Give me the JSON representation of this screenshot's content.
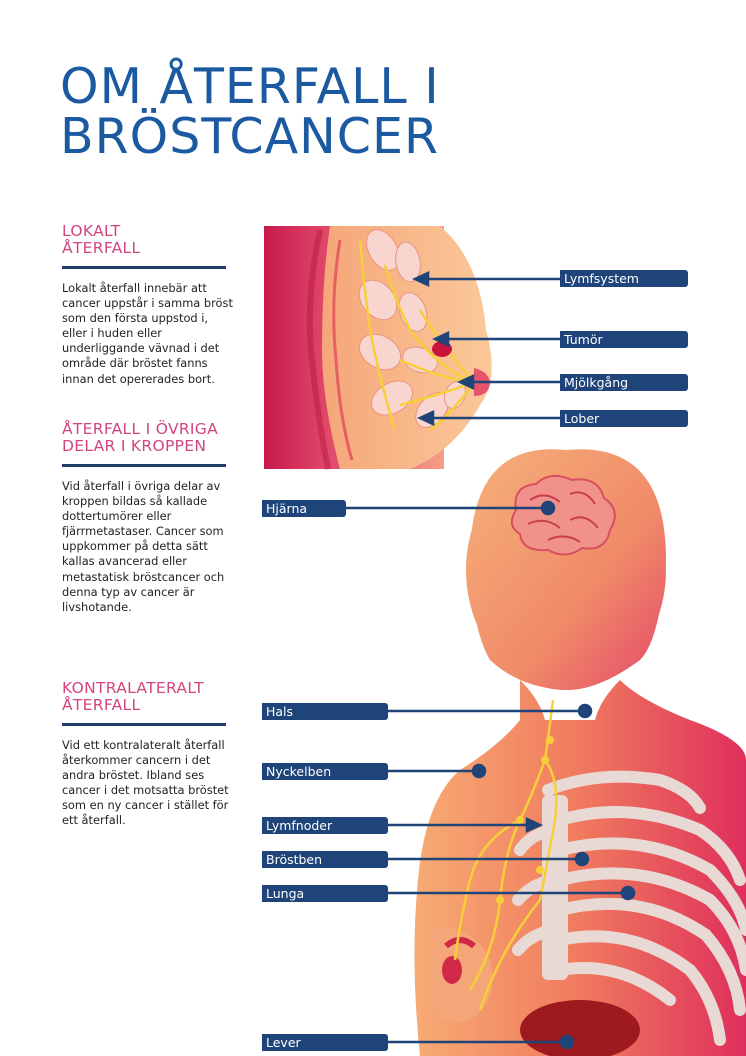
{
  "title": {
    "line1": "OM ÅTERFALL I",
    "line2": "BRÖSTCANCER"
  },
  "sections": [
    {
      "heading_l1": "LOKALT",
      "heading_l2": "ÅTERFALL",
      "body": "Lokalt återfall innebär att cancer uppstår i samma bröst som den första uppstod i, eller i huden eller underliggande vävnad i det område där bröstet fanns innan det opererades bort."
    },
    {
      "heading_l1": "ÅTERFALL I ÖVRIGA",
      "heading_l2": "DELAR I KROPPEN",
      "body": "Vid återfall i övriga delar av kroppen bildas så kallade dottertumörer eller fjärrmetastaser. Cancer som uppkommer på detta sätt kallas avancerad eller metastatisk bröstcancer och denna typ av cancer är livshotande."
    },
    {
      "heading_l1": "KONTRALATERALT",
      "heading_l2": "ÅTERFALL",
      "body": "Vid ett kontralateralt återfall återkommer cancern i det andra bröstet. Ibland ses cancer i det motsatta bröstet som en ny cancer i stället för ett återfall."
    }
  ],
  "breast_labels": [
    "Lymfsystem",
    "Tumör",
    "Mjölkgång",
    "Lober"
  ],
  "body_labels": [
    "Hjärna",
    "Hals",
    "Nyckelben",
    "Lymfnoder",
    "Bröstben",
    "Lunga",
    "Lever"
  ],
  "colors": {
    "title": "#1b5aa0",
    "heading": "#d2457f",
    "label_bg": "#1f4479",
    "skin_light": "#f7b77a",
    "skin_dark": "#e0385f",
    "nerve": "#f7d13b"
  }
}
